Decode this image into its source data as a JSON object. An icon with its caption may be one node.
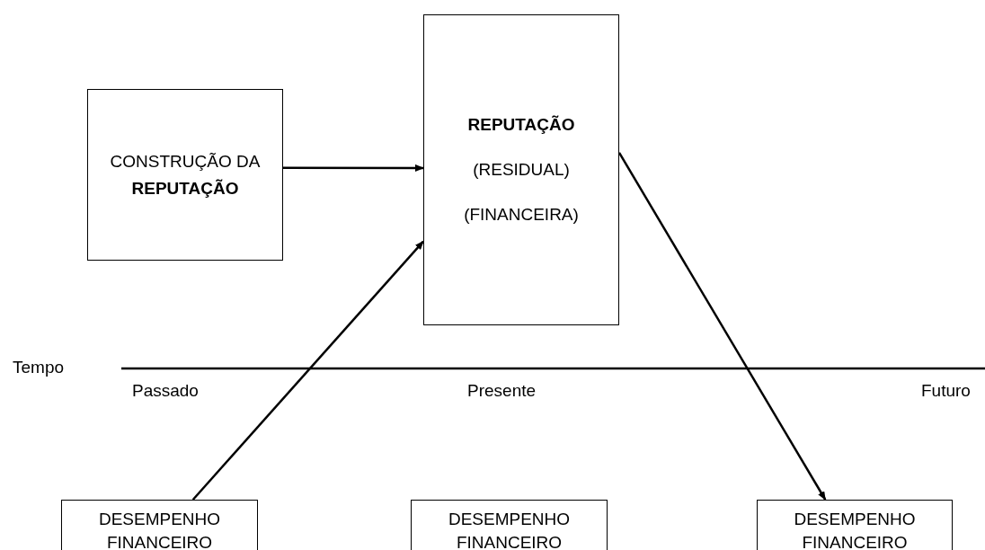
{
  "diagram": {
    "nodes": [
      {
        "text": [
          "CONSTRUÇÃO DA **REPUTAÇÃO**"
        ]
      },
      {
        "text": [
          "REPUTAÇÃO",
          "(RESIDUAL)",
          "(FINANCEIRA)"
        ]
      },
      {
        "text": [
          "DESEMPENHO FINANCEIRO"
        ]
      },
      {
        "text": [
          "DESEMPENHO FINANCEIRO"
        ]
      },
      {
        "text": [
          "DESEMPENHO FINANCEIRO"
        ]
      }
    ],
    "edges": [
      {
        "from": 0,
        "to": 1,
        "arrow": "to"
      },
      {
        "from": 2,
        "to": 1,
        "arrow": "to"
      },
      {
        "from": 1,
        "to": 4,
        "arrow": "to"
      }
    ],
    "labels": [
      "Tempo",
      "Passado",
      "Presente",
      "Futuro"
    ]
  }
}
